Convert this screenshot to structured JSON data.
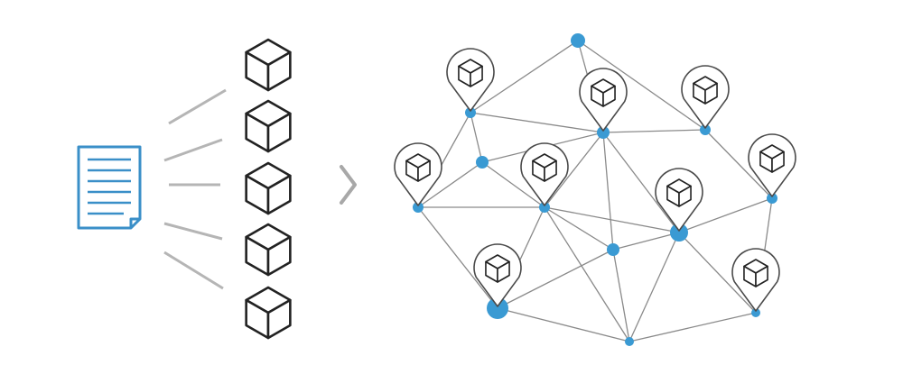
{
  "diagram": {
    "document": {
      "icon": "document-icon",
      "color": "#3a8fc8"
    },
    "connectors": {
      "count": 5,
      "color": "#b5b5b5"
    },
    "blocks": {
      "count": 5,
      "icon": "cube-icon",
      "color": "#222222"
    },
    "arrow": {
      "icon": "chevron-right-icon",
      "color": "#a8a8a8"
    },
    "network": {
      "node_color": "#3a9ad3",
      "edge_color": "#8a8a8a",
      "pin_icon": "map-pin-icon",
      "nodes": [
        {
          "id": "n_top",
          "pinned": false
        },
        {
          "id": "n_a",
          "pinned": true
        },
        {
          "id": "n_b",
          "pinned": true
        },
        {
          "id": "n_c",
          "pinned": true
        },
        {
          "id": "n_d",
          "pinned": true
        },
        {
          "id": "n_e",
          "pinned": false
        },
        {
          "id": "n_f",
          "pinned": true
        },
        {
          "id": "n_g",
          "pinned": true
        },
        {
          "id": "n_h",
          "pinned": true
        },
        {
          "id": "n_i",
          "pinned": false
        },
        {
          "id": "n_j",
          "pinned": true
        },
        {
          "id": "n_k",
          "pinned": true
        },
        {
          "id": "n_bottom",
          "pinned": false
        }
      ],
      "edges": [
        [
          "n_top",
          "n_a"
        ],
        [
          "n_top",
          "n_b"
        ],
        [
          "n_top",
          "n_c"
        ],
        [
          "n_a",
          "n_b"
        ],
        [
          "n_a",
          "n_d"
        ],
        [
          "n_a",
          "n_e"
        ],
        [
          "n_b",
          "n_c"
        ],
        [
          "n_b",
          "n_e"
        ],
        [
          "n_b",
          "n_f"
        ],
        [
          "n_b",
          "n_g"
        ],
        [
          "n_b",
          "n_i"
        ],
        [
          "n_c",
          "n_h"
        ],
        [
          "n_d",
          "n_e"
        ],
        [
          "n_d",
          "n_f"
        ],
        [
          "n_d",
          "n_j"
        ],
        [
          "n_e",
          "n_f"
        ],
        [
          "n_f",
          "n_g"
        ],
        [
          "n_f",
          "n_j"
        ],
        [
          "n_f",
          "n_i"
        ],
        [
          "n_f",
          "n_bottom"
        ],
        [
          "n_g",
          "n_h"
        ],
        [
          "n_g",
          "n_i"
        ],
        [
          "n_g",
          "n_k"
        ],
        [
          "n_g",
          "n_bottom"
        ],
        [
          "n_h",
          "n_k"
        ],
        [
          "n_i",
          "n_j"
        ],
        [
          "n_i",
          "n_bottom"
        ],
        [
          "n_j",
          "n_bottom"
        ],
        [
          "n_k",
          "n_bottom"
        ]
      ]
    }
  }
}
